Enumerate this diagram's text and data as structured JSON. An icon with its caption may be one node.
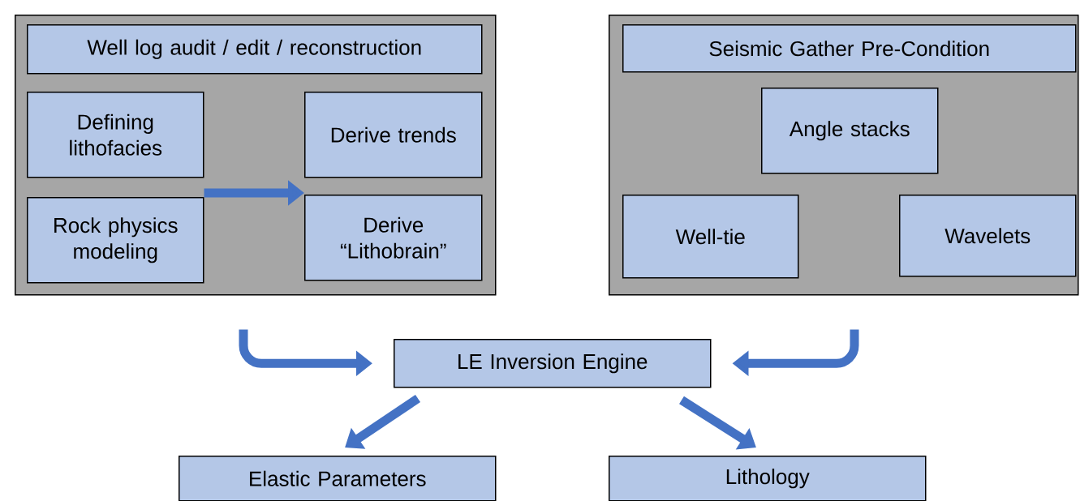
{
  "diagram": {
    "nodes": [
      {
        "text": [],
        "shape": "box"
      },
      {
        "text": [
          "Well log audit / edit / reconstruction"
        ],
        "in": 0
      },
      {
        "text": [
          "Defining lithofacies"
        ],
        "in": 0
      },
      {
        "text": [
          "Rock physics modeling"
        ],
        "in": 0
      },
      {
        "text": [
          "Derive trends"
        ],
        "in": 0
      },
      {
        "text": [
          "Derive “Lithobrain”"
        ],
        "in": 0
      },
      {
        "text": [],
        "shape": "box"
      },
      {
        "text": [
          "Seismic Gather Pre-Condition"
        ],
        "in": 6
      },
      {
        "text": [
          "Angle stacks"
        ],
        "in": 6
      },
      {
        "text": [
          "Well-tie"
        ],
        "in": 6
      },
      {
        "text": [
          "Wavelets"
        ],
        "in": 6
      },
      {
        "text": [
          "LE Inversion Engine"
        ]
      },
      {
        "text": [
          "Elastic Parameters"
        ]
      },
      {
        "text": [
          "Lithology"
        ]
      }
    ],
    "edges": [
      {
        "from": 3,
        "to": 5,
        "arrow": "to"
      },
      {
        "from": 0,
        "to": 11,
        "arrow": "to"
      },
      {
        "from": 6,
        "to": 11,
        "arrow": "to"
      },
      {
        "from": 11,
        "to": 12,
        "arrow": "to"
      },
      {
        "from": 11,
        "to": 13,
        "arrow": "to"
      }
    ]
  }
}
